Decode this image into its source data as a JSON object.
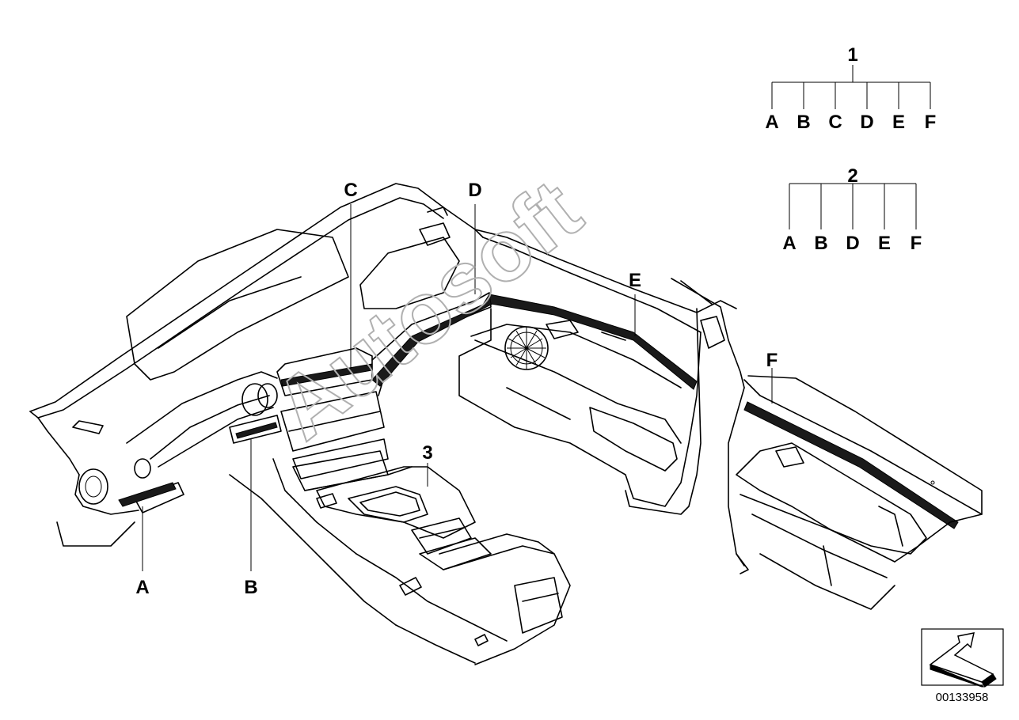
{
  "diagram": {
    "tree1": {
      "root": "1",
      "children": [
        "A",
        "B",
        "C",
        "D",
        "E",
        "F"
      ]
    },
    "tree2": {
      "root": "2",
      "children": [
        "A",
        "B",
        "D",
        "E",
        "F"
      ]
    },
    "callouts": {
      "a": "A",
      "b": "B",
      "c": "C",
      "d": "D",
      "e": "E",
      "f": "F",
      "three": "3"
    },
    "watermark": "Autosoft",
    "diagram_code": "00133958",
    "orientation_icon": "arrow-icon"
  }
}
